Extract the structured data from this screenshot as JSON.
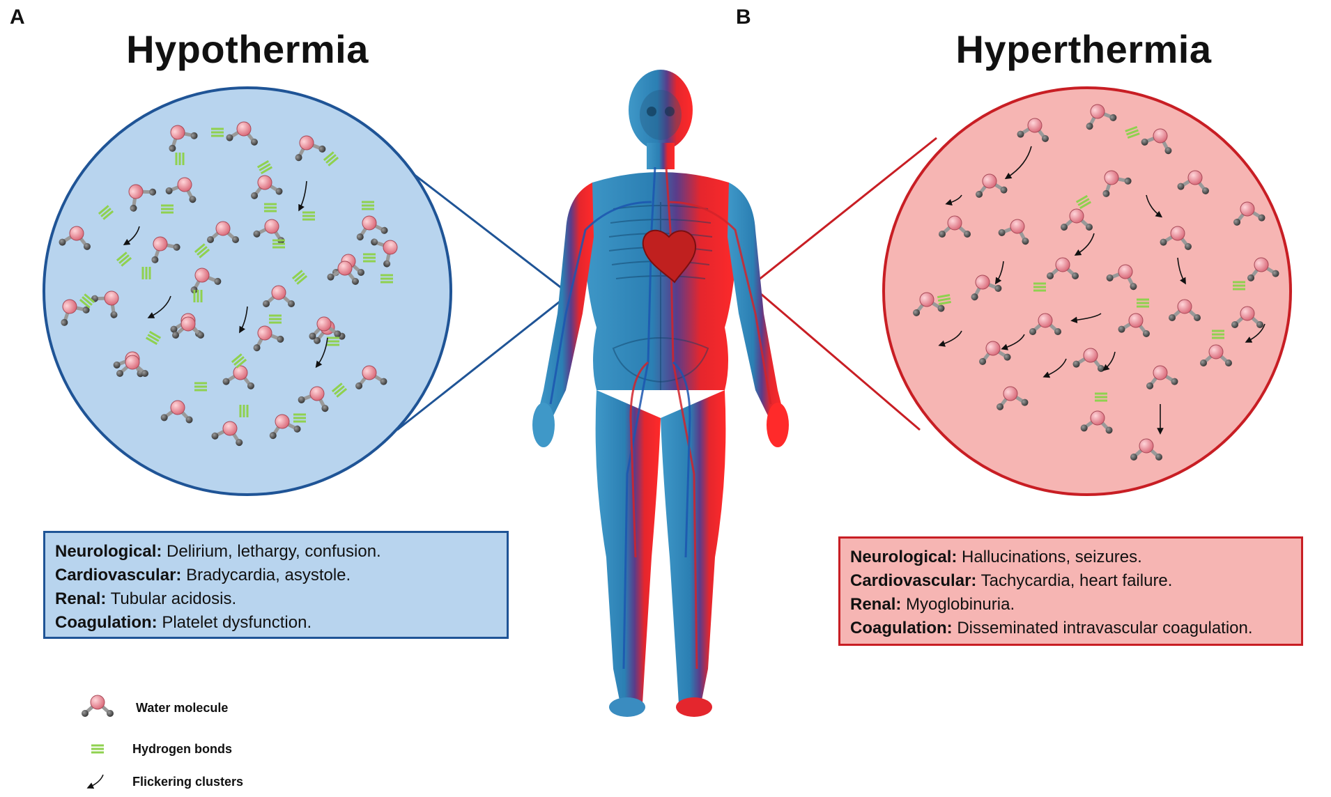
{
  "panels": {
    "a": {
      "letter": "A",
      "title": "Hypothermia"
    },
    "b": {
      "letter": "B",
      "title": "Hyperthermia"
    }
  },
  "cold_box": {
    "rows": [
      {
        "label": "Neurological:",
        "text": "Delirium, lethargy, confusion."
      },
      {
        "label": "Cardiovascular:",
        "text": "Bradycardia, asystole."
      },
      {
        "label": "Renal:",
        "text": "Tubular acidosis."
      },
      {
        "label": "Coagulation:",
        "text": "Platelet dysfunction."
      }
    ]
  },
  "hot_box": {
    "rows": [
      {
        "label": "Neurological:",
        "text": "Hallucinations, seizures."
      },
      {
        "label": "Cardiovascular:",
        "text": "Tachycardia, heart failure."
      },
      {
        "label": "Renal:",
        "text": "Myoglobinuria."
      },
      {
        "label": "Coagulation:",
        "text": "Disseminated intravascular coagulation."
      }
    ]
  },
  "legend": {
    "water": "Water molecule",
    "hbond": "Hydrogen bonds",
    "flicker": "Flickering clusters"
  },
  "colors": {
    "cold_fill": "#b8d4ee",
    "cold_border": "#1f5496",
    "hot_fill": "#f6b5b3",
    "hot_border": "#c81e24",
    "hbond": "#8fd14f",
    "oxygen": "#e88a94",
    "hydrogen": "#555555"
  }
}
